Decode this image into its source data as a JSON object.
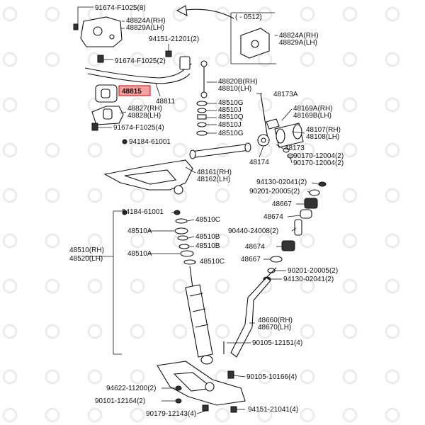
{
  "date_range": "( - 0512)",
  "highlight": {
    "color": "#f4a0a0",
    "border": "#e02020"
  },
  "parts": {
    "p91674_8": "91674-F1025(8)",
    "p48824": "48824A(RH)",
    "p48829": "48829A(LH)",
    "p48824b": "48824A(RH)",
    "p48829b": "48829A(LH)",
    "p94151_2": "94151-21201(2)",
    "p91674_2": "91674-F1025(2)",
    "p48815": "48815",
    "p48811": "48811",
    "p48820": "48820B(RH)",
    "p48810": "48810(LH)",
    "p48827": "48827(RH)",
    "p48828": "48828(LH)",
    "p91674_4": "91674-F1025(4)",
    "p48173A": "48173A",
    "p48510G1": "48510G",
    "p48510J1": "48510J",
    "p48510Q": "48510Q",
    "p48510J2": "48510J",
    "p48510G2": "48510G",
    "p48169A": "48169A(RH)",
    "p48169B": "48169B(LH)",
    "p48107": "48107(RH)",
    "p48108": "48108(LH)",
    "p94184a": "94184-61001",
    "p48173": "48173",
    "p48174": "48174",
    "p90170a": "90170-12004(2)",
    "p90170b": "90170-12004(2)",
    "p48161": "48161(RH)",
    "p48162": "48162(LH)",
    "p94130a": "94130-02041(2)",
    "p90201a": "90201-20005(2)",
    "p48667a": "48667",
    "p48674a": "48674",
    "p94184b": "94184-61001",
    "p48510C1": "48510C",
    "p48510A1": "48510A",
    "p48510B1": "48510B",
    "p48510B2": "48510B",
    "p48510RH": "48510(RH)",
    "p48520LH": "48520(LH)",
    "p48510A2": "48510A",
    "p48510C2": "48510C",
    "p90440": "90440-24008(2)",
    "p48674b": "48674",
    "p48667b": "48667",
    "p90201b": "90201-20005(2)",
    "p94130b": "94130-02041(2)",
    "p48660": "48660(RH)",
    "p48670": "48670(LH)",
    "p90105a": "90105-12151(4)",
    "p90105b": "90105-10166(4)",
    "p94622": "94622-11200(2)",
    "p90101": "90101-12164(2)",
    "p90179": "90179-12143(4)",
    "p94151b": "94151-21041(4)"
  }
}
